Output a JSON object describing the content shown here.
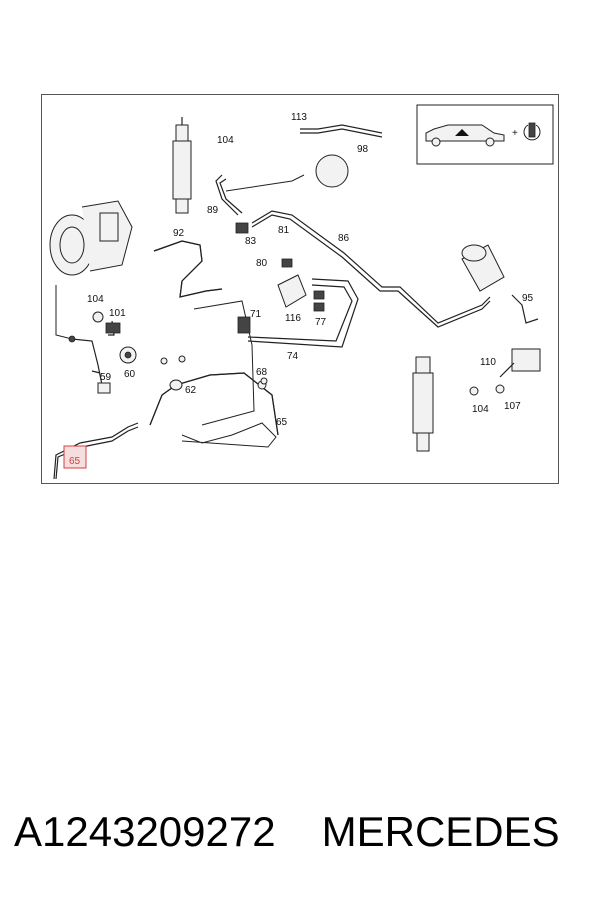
{
  "labels": {
    "l113": "113",
    "l104a": "104",
    "l98": "98",
    "l89": "89",
    "l92": "92",
    "l83": "83",
    "l81": "81",
    "l86": "86",
    "l80": "80",
    "l104b": "104",
    "l101": "101",
    "l71": "71",
    "l116": "116",
    "l77": "77",
    "l95": "95",
    "l74": "74",
    "l60": "60",
    "l59": "59",
    "l68": "68",
    "l62": "62",
    "l110": "110",
    "l104c": "104",
    "l107": "107",
    "l65a": "65",
    "l65b": "65"
  },
  "inset_icons": [
    "car-icon",
    "plus-icon",
    "rotation-icon"
  ],
  "footer": {
    "part_number": "A1243209272",
    "brand": "MERCEDES"
  },
  "colors": {
    "highlight": "#d04040"
  }
}
